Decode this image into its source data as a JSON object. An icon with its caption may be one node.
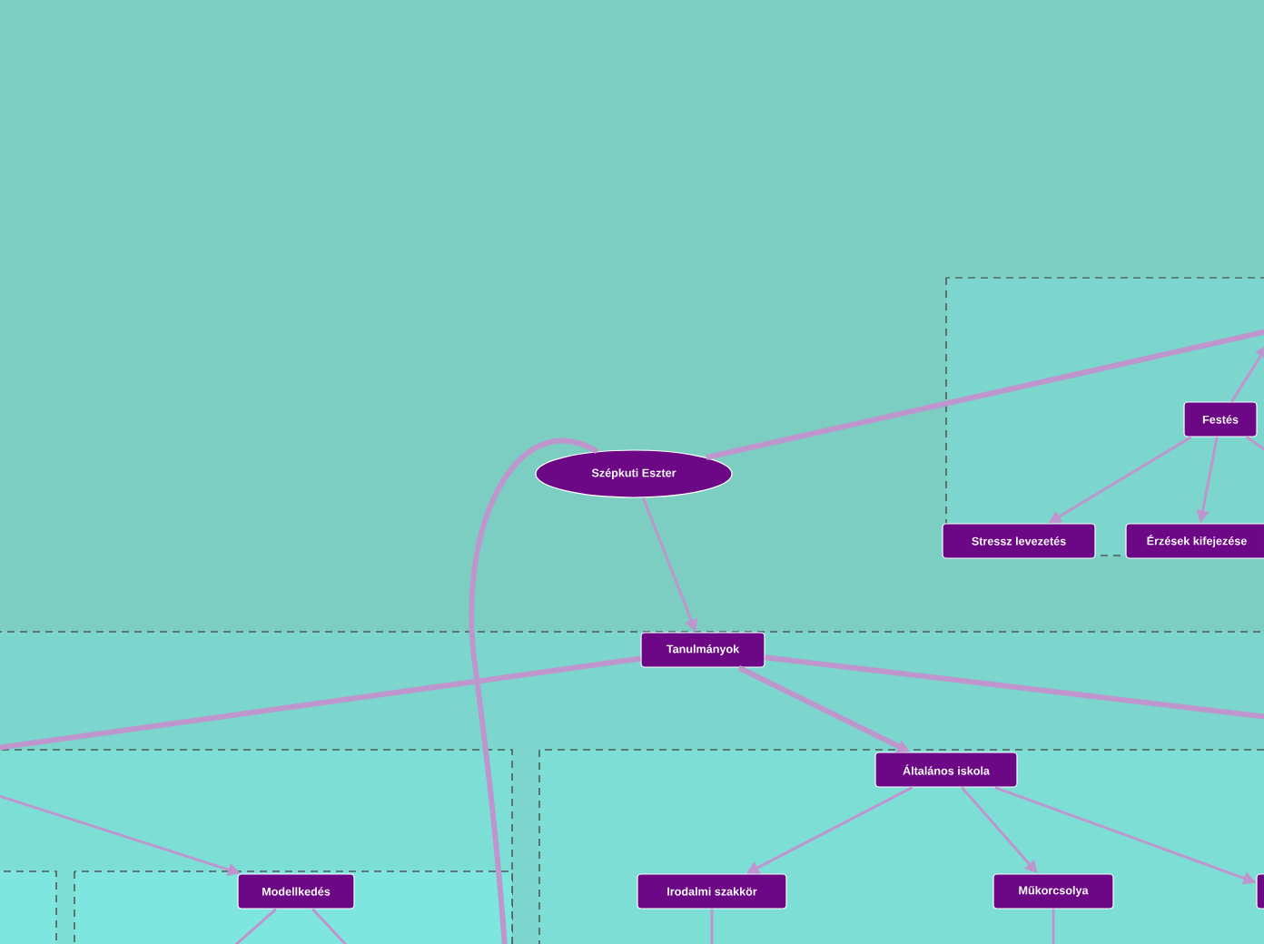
{
  "diagram": {
    "nodes": [
      {
        "text": [
          "Szépkuti Eszter"
        ]
      },
      {
        "text": [
          "Festés"
        ]
      },
      {
        "text": [
          "Stressz levezetés"
        ]
      },
      {
        "text": [
          "Érzések kifejezése"
        ]
      },
      {
        "text": [
          "Tanulmányok"
        ]
      },
      {
        "text": [
          "Általános iskola"
        ]
      },
      {
        "text": [
          "Irodalmi szakkör"
        ]
      },
      {
        "text": [
          "Műkorcsolya"
        ]
      },
      {
        "text": [],
        "shape": "box"
      },
      {
        "text": [
          "Modellkedés"
        ]
      }
    ],
    "edges": [
      {
        "from": 0,
        "to": null,
        "arrow": "none",
        "style": "thick"
      },
      {
        "from": 1,
        "to": null,
        "arrow": "to"
      },
      {
        "from": 1,
        "to": 2,
        "arrow": "to"
      },
      {
        "from": 1,
        "to": 3,
        "arrow": "to"
      },
      {
        "from": 1,
        "to": null,
        "arrow": "none"
      },
      {
        "from": 0,
        "to": 4,
        "arrow": "to"
      },
      {
        "from": 0,
        "to": null,
        "arrow": "none",
        "style": "thick"
      },
      {
        "from": 4,
        "to": null,
        "arrow": "none",
        "style": "thick"
      },
      {
        "from": 4,
        "to": null,
        "arrow": "none",
        "style": "thick"
      },
      {
        "from": 4,
        "to": 5,
        "arrow": "to",
        "style": "thick"
      },
      {
        "from": 5,
        "to": 6,
        "arrow": "to"
      },
      {
        "from": 5,
        "to": 7,
        "arrow": "to"
      },
      {
        "from": 5,
        "to": 8,
        "arrow": "to"
      },
      {
        "from": null,
        "to": 9,
        "arrow": "to"
      },
      {
        "from": 6,
        "to": null,
        "arrow": "none"
      },
      {
        "from": 7,
        "to": null,
        "arrow": "none"
      },
      {
        "from": 9,
        "to": null,
        "arrow": "none"
      },
      {
        "from": 9,
        "to": null,
        "arrow": "none"
      }
    ]
  }
}
